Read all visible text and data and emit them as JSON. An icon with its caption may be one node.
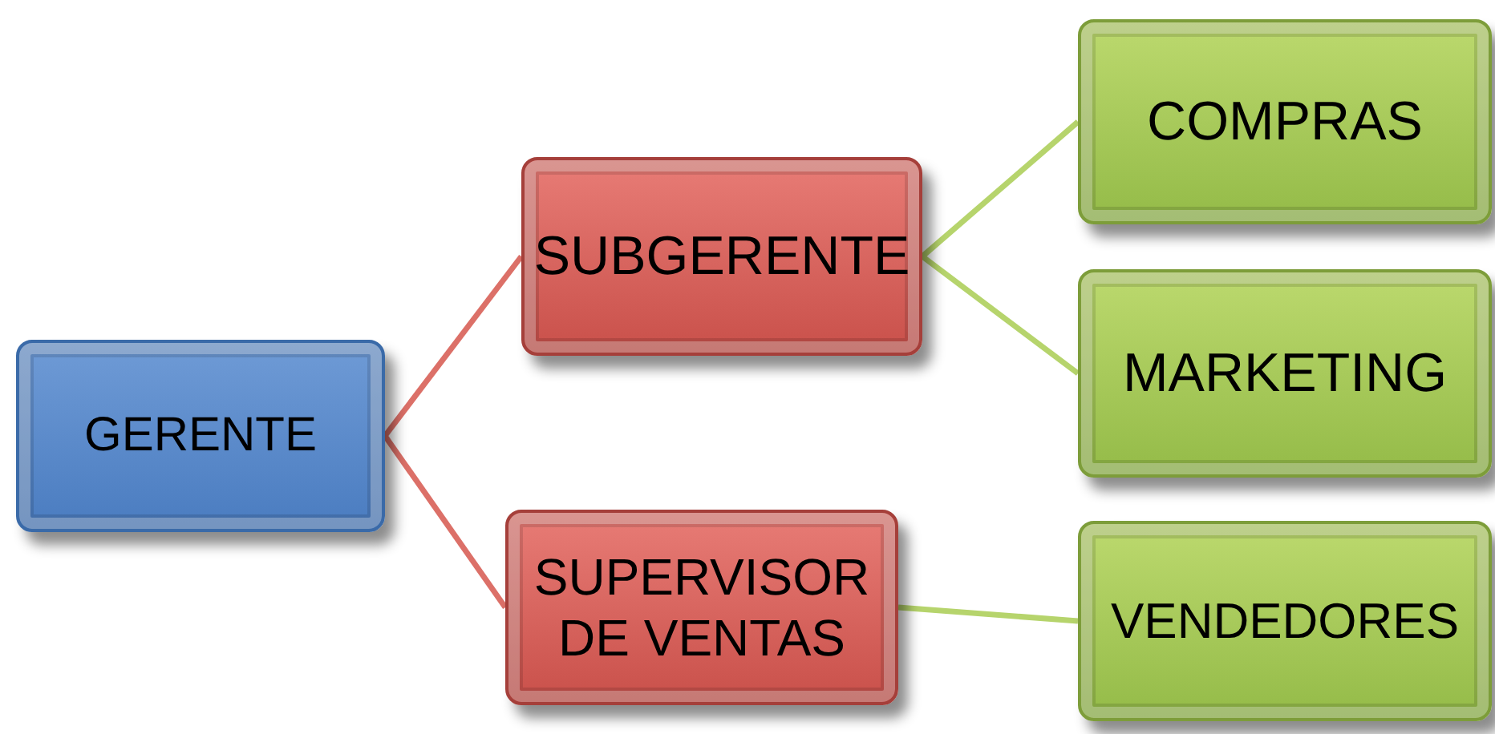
{
  "diagram": {
    "nodes": [
      {
        "text": [
          "GERENTE"
        ]
      },
      {
        "text": [
          "SUBGERENTE"
        ]
      },
      {
        "text": [
          "SUPERVISOR DE VENTAS"
        ]
      },
      {
        "text": [
          "COMPRAS"
        ]
      },
      {
        "text": [
          "MARKETING"
        ]
      },
      {
        "text": [
          "VENDEDORES"
        ]
      }
    ],
    "edges": [
      {
        "from": 0,
        "to": 1,
        "arrow": "none",
        "color": "#dc7068"
      },
      {
        "from": 0,
        "to": 2,
        "arrow": "none",
        "color": "#dc7068"
      },
      {
        "from": 1,
        "to": 3,
        "arrow": "none"
      },
      {
        "from": 1,
        "to": 4,
        "arrow": "none"
      },
      {
        "from": 2,
        "to": 5,
        "arrow": "none"
      }
    ]
  }
}
